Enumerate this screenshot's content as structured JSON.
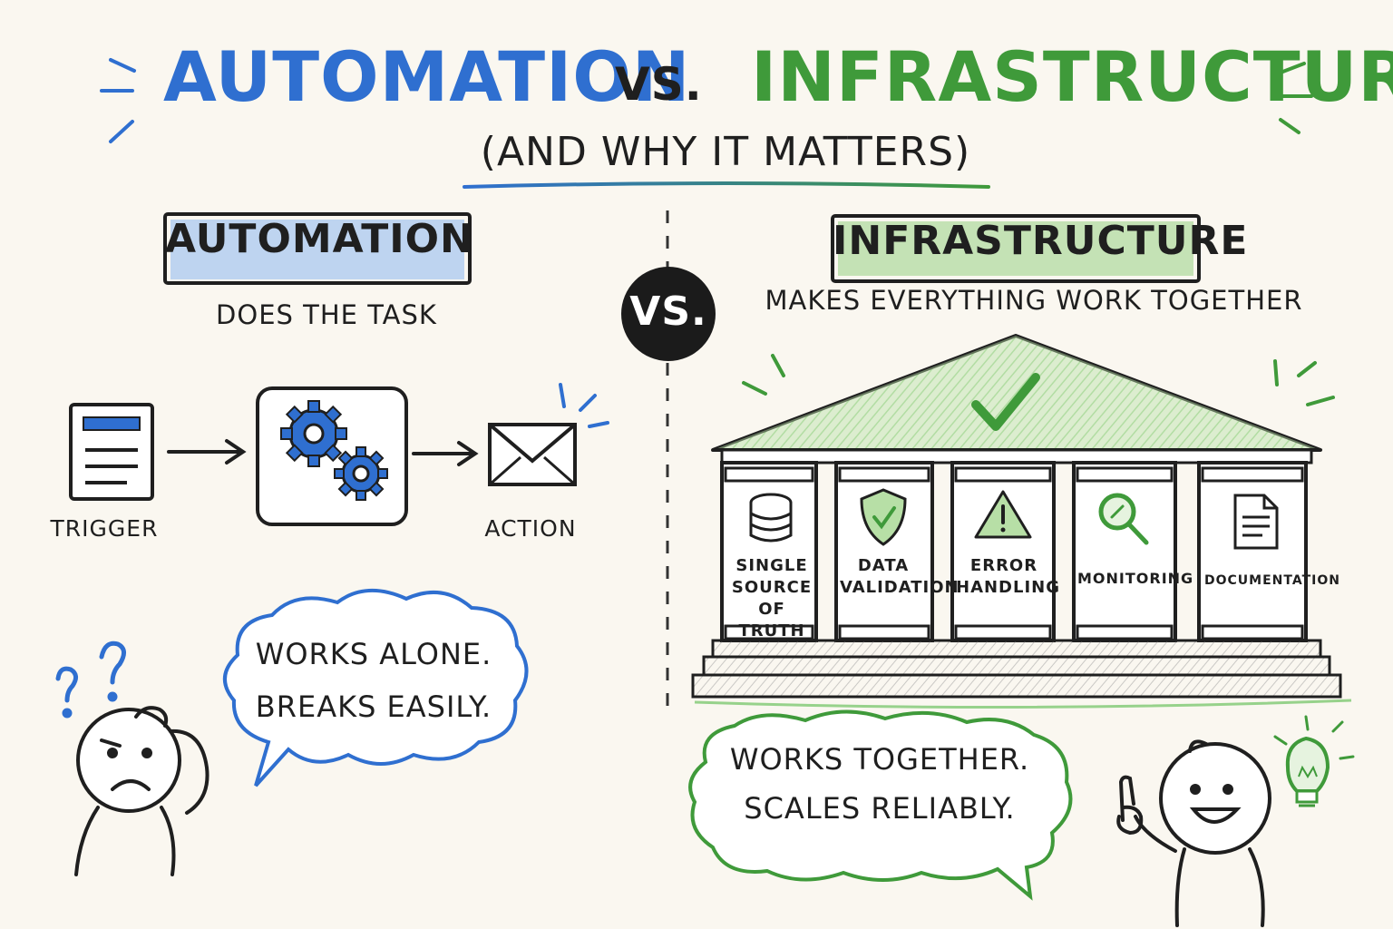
{
  "header": {
    "title_left": "Automation",
    "title_vs": "vs.",
    "title_right": "Infrastructure",
    "subtitle": "(and why it matters)"
  },
  "automation": {
    "label": "Automation",
    "description": "Does the task",
    "flow": {
      "trigger_label": "Trigger",
      "action_label": "Action"
    },
    "bubble": {
      "line1": "Works alone.",
      "line2": "Breaks easily."
    }
  },
  "center": {
    "vs_badge": "VS."
  },
  "infrastructure": {
    "label": "Infrastructure",
    "description": "Makes everything work together",
    "pillars": [
      {
        "label": "Single source of truth",
        "icon": "database-icon"
      },
      {
        "label": "Data validation",
        "icon": "shield-check-icon"
      },
      {
        "label": "Error handling",
        "icon": "warning-icon"
      },
      {
        "label": "Monitoring",
        "icon": "magnifier-icon"
      },
      {
        "label": "Documentation",
        "icon": "document-icon"
      }
    ],
    "bubble": {
      "line1": "Works together.",
      "line2": "Scales reliably."
    }
  },
  "colors": {
    "blue": "#2f6fd0",
    "green": "#3f9a3a",
    "ink": "#1f1f1f",
    "paper": "#faf7f0"
  }
}
